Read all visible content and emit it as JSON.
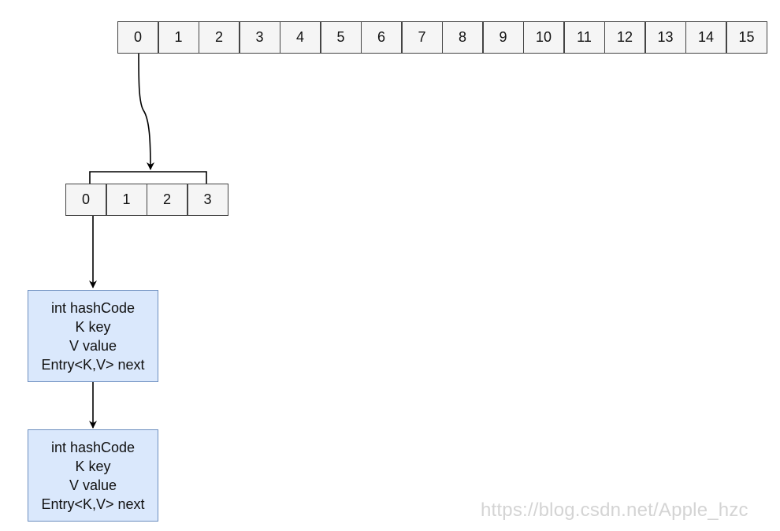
{
  "outer_array": [
    "0",
    "1",
    "2",
    "3",
    "4",
    "5",
    "6",
    "7",
    "8",
    "9",
    "10",
    "11",
    "12",
    "13",
    "14",
    "15"
  ],
  "segment_array": [
    "0",
    "1",
    "2",
    "3"
  ],
  "entries": [
    {
      "hash": "int hashCode",
      "key": "K key",
      "value": "V value",
      "next": "Entry<K,V> next"
    },
    {
      "hash": "int hashCode",
      "key": "K key",
      "value": "V value",
      "next": "Entry<K,V> next"
    }
  ],
  "watermark": "https://blog.csdn.net/Apple_hzc",
  "colors": {
    "entry_fill": "#dae8fc",
    "entry_border": "#6c8ebf",
    "cell_fill": "#f5f5f5",
    "line": "#000000"
  }
}
